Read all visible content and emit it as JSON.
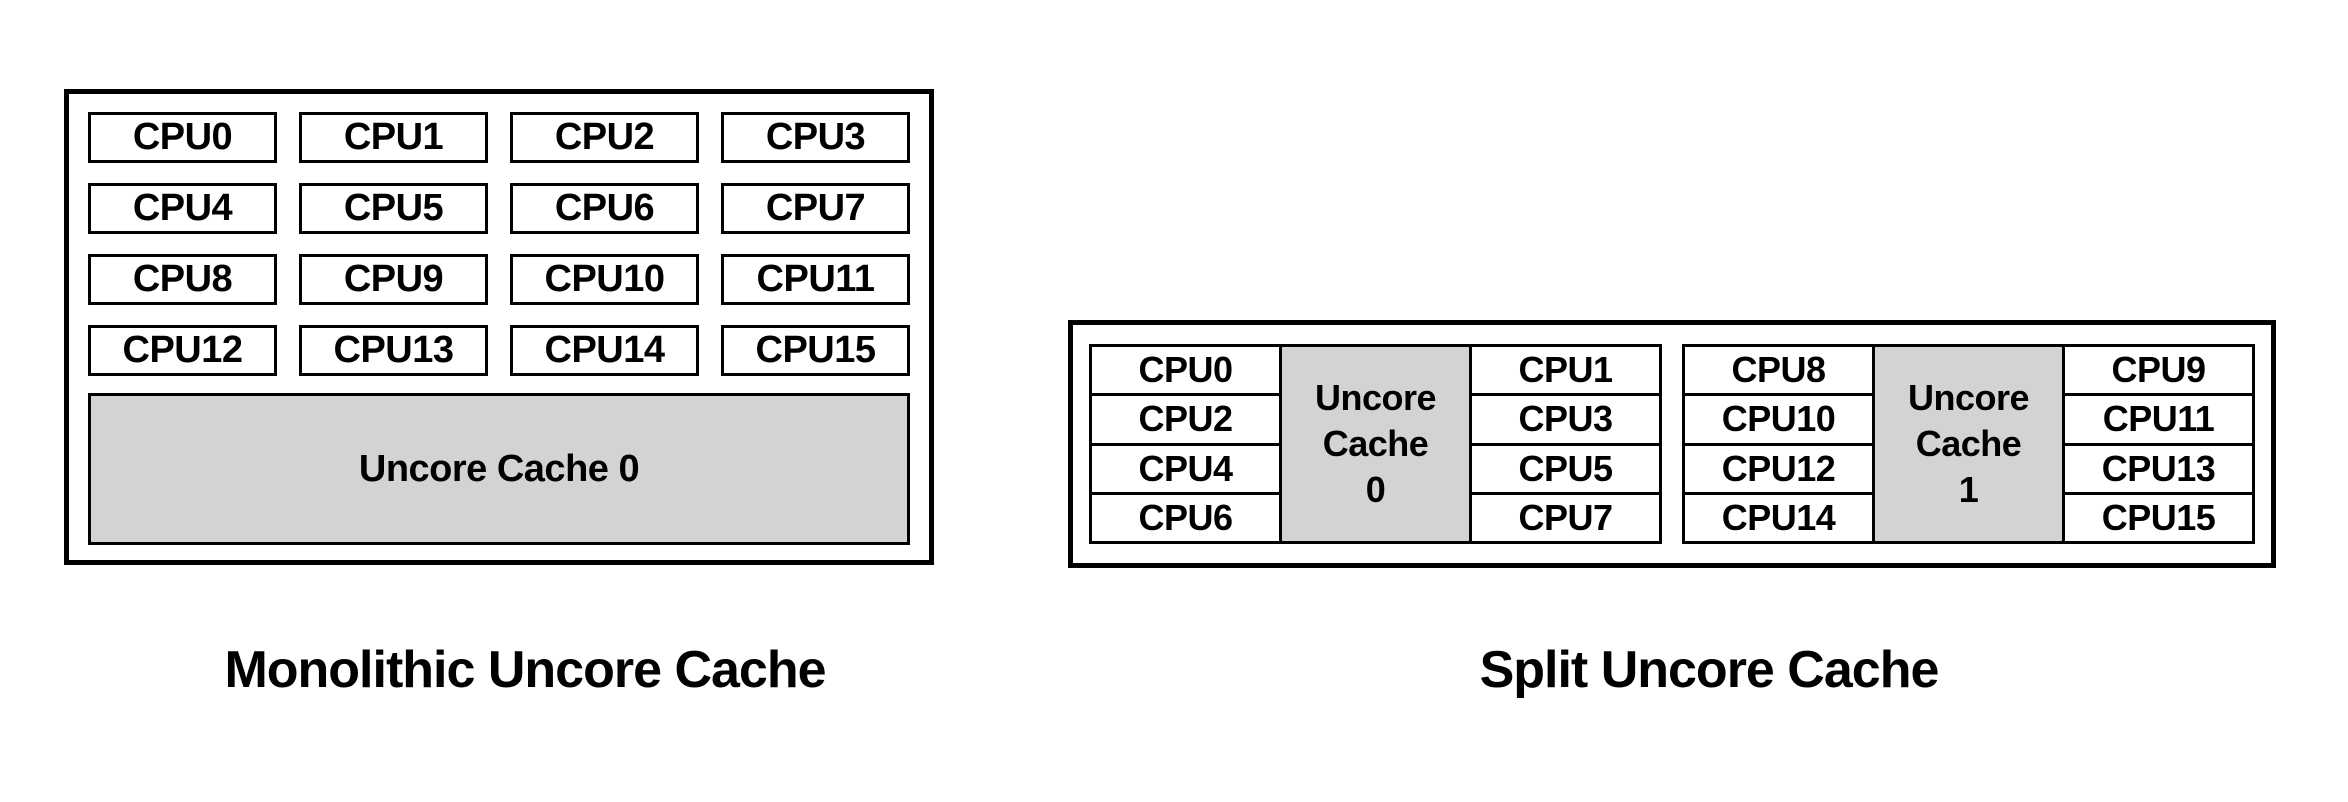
{
  "colors": {
    "background": "#ffffff",
    "border": "#000000",
    "cpu_fill": "#ffffff",
    "cache_fill": "#d3d3d3"
  },
  "monolithic": {
    "title": "Monolithic Uncore Cache",
    "cpus": [
      "CPU0",
      "CPU1",
      "CPU2",
      "CPU3",
      "CPU4",
      "CPU5",
      "CPU6",
      "CPU7",
      "CPU8",
      "CPU9",
      "CPU10",
      "CPU11",
      "CPU12",
      "CPU13",
      "CPU14",
      "CPU15"
    ],
    "cache_label": "Uncore Cache 0"
  },
  "split": {
    "title": "Split Uncore Cache",
    "clusters": [
      {
        "left_cpus": [
          "CPU0",
          "CPU2",
          "CPU4",
          "CPU6"
        ],
        "cache_lines": [
          "Uncore",
          "Cache",
          "0"
        ],
        "right_cpus": [
          "CPU1",
          "CPU3",
          "CPU5",
          "CPU7"
        ]
      },
      {
        "left_cpus": [
          "CPU8",
          "CPU10",
          "CPU12",
          "CPU14"
        ],
        "cache_lines": [
          "Uncore",
          "Cache",
          "1"
        ],
        "right_cpus": [
          "CPU9",
          "CPU11",
          "CPU13",
          "CPU15"
        ]
      }
    ]
  }
}
